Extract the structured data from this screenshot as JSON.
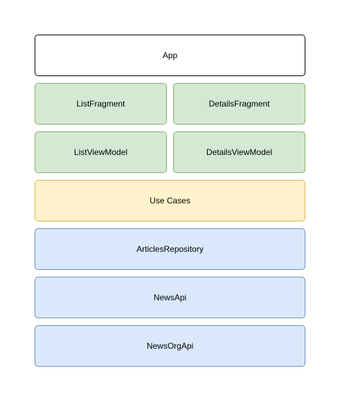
{
  "layers": {
    "app": {
      "label": "App",
      "fill": "#ffffff",
      "stroke": "#000000"
    },
    "presentation": {
      "list_fragment": {
        "label": "ListFragment",
        "fill": "#d5e8d4",
        "stroke": "#82b366"
      },
      "details_fragment": {
        "label": "DetailsFragment",
        "fill": "#d5e8d4",
        "stroke": "#82b366"
      },
      "list_view_model": {
        "label": "ListViewModel",
        "fill": "#d5e8d4",
        "stroke": "#82b366"
      },
      "details_view_model": {
        "label": "DetailsViewModel",
        "fill": "#d5e8d4",
        "stroke": "#82b366"
      }
    },
    "domain": {
      "use_cases": {
        "label": "Use Cases",
        "fill": "#fff2cc",
        "stroke": "#d6b656"
      }
    },
    "data": {
      "articles_repository": {
        "label": "ArticlesRepository",
        "fill": "#dae8fc",
        "stroke": "#6c8ebf"
      },
      "news_api": {
        "label": "NewsApi",
        "fill": "#dae8fc",
        "stroke": "#6c8ebf"
      },
      "news_org_api": {
        "label": "NewsOrgApi",
        "fill": "#dae8fc",
        "stroke": "#6c8ebf"
      }
    }
  }
}
